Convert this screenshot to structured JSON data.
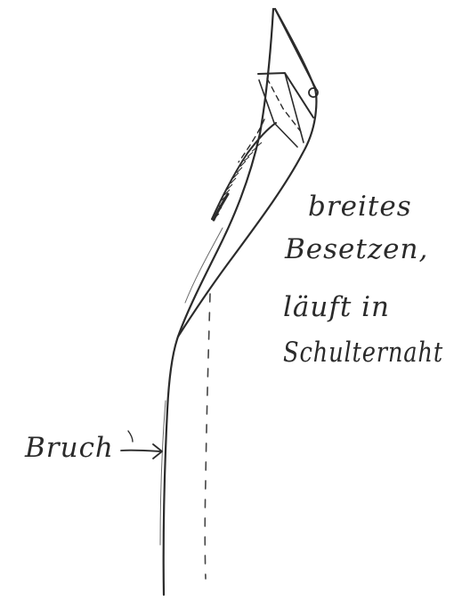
{
  "annotations": {
    "line1": "breites",
    "line2": "Besetzen,",
    "line3": "läuft in",
    "line4": "Schulternaht"
  },
  "fold_label": {
    "text": "Bruch",
    "arrow_icon": "arrow-right-icon"
  },
  "colors": {
    "ink": "#2b2b2b",
    "paper": "#ffffff"
  }
}
